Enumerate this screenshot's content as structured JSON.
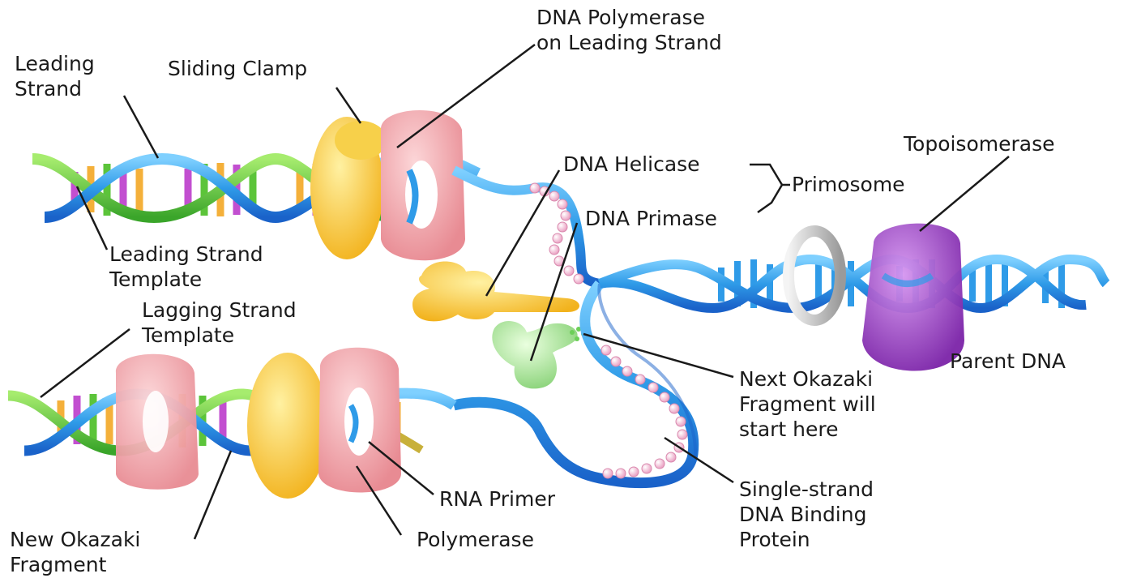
{
  "labels": {
    "leading_strand": [
      "Leading",
      "Strand"
    ],
    "sliding_clamp": "Sliding Clamp",
    "dna_polymerase_leading": [
      "DNA Polymerase",
      "on Leading Strand"
    ],
    "dna_helicase": "DNA Helicase",
    "primosome": "Primosome",
    "dna_primase": "DNA Primase",
    "topoisomerase": "Topoisomerase",
    "leading_strand_template": [
      "Leading Strand",
      "Template"
    ],
    "lagging_strand_template": [
      "Lagging Strand",
      "Template"
    ],
    "parent_dna": "Parent DNA",
    "next_okazaki": [
      "Next Okazaki",
      "Fragment will",
      "start here"
    ],
    "single_strand_binding": [
      "Single-strand",
      "DNA Binding",
      "Protein"
    ],
    "rna_primer": "RNA Primer",
    "polymerase": "Polymerase",
    "new_okazaki": [
      "New Okazaki",
      "Fragment"
    ]
  },
  "colors": {
    "strand_blue": "#2f9be8",
    "strand_green": "#5cc43a",
    "polymerase_pink": "#f2a3a8",
    "clamp_yellow": "#f6c431",
    "helicase_yellow": "#f7c51a",
    "primase_green": "#9fdf8f",
    "topoisomerase_purple": "#9b3fc4",
    "ssb_pink": "#f4bfd6",
    "leader_line": "#1a1a1a"
  }
}
